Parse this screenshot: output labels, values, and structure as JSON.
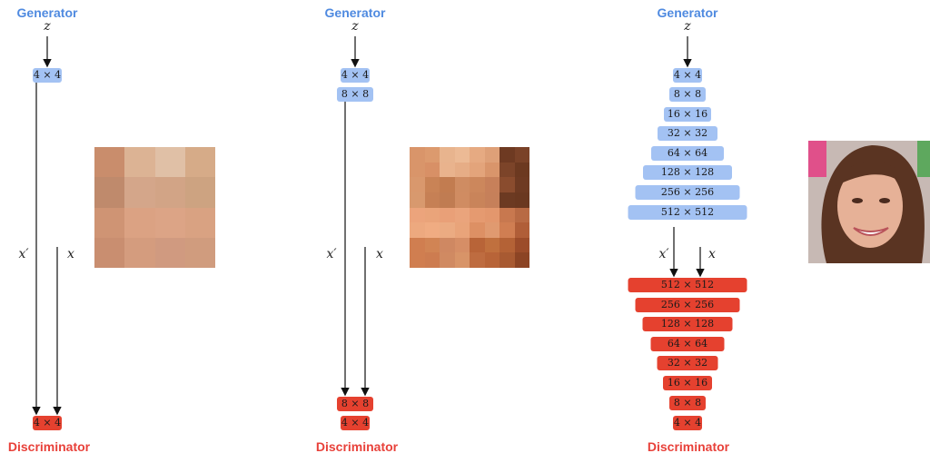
{
  "labels": {
    "generator": "Generator",
    "discriminator": "Discriminator",
    "z": "z",
    "x_fake": "x′",
    "x_real": "x"
  },
  "colors": {
    "generator": "#4f8ae0",
    "discriminator": "#e8413a",
    "gen_block": "#a3c2f3",
    "disc_block": "#e5412f"
  },
  "stage1": {
    "generator_blocks": [
      "4 × 4"
    ],
    "discriminator_blocks": [
      "4 × 4"
    ]
  },
  "stage2": {
    "generator_blocks": [
      "4 × 4",
      "8 × 8"
    ],
    "discriminator_blocks": [
      "8 × 8",
      "4 × 4"
    ]
  },
  "stage3": {
    "generator_blocks": [
      "4 × 4",
      "8 × 8",
      "16 × 16",
      "32 × 32",
      "64 × 64",
      "128 × 128",
      "256 × 256",
      "512 × 512"
    ],
    "discriminator_blocks": [
      "512 × 512",
      "256 × 256",
      "128 × 128",
      "64 × 64",
      "32 × 32",
      "16 × 16",
      "8 × 8",
      "4 × 4"
    ]
  },
  "images": {
    "img4": [
      [
        "#c98d6c",
        "#dcb394",
        "#e0c0a6",
        "#d6ab88"
      ],
      [
        "#bf8a6c",
        "#d4a68a",
        "#d2a486",
        "#cda381"
      ],
      [
        "#cf9474",
        "#dba283",
        "#dca486",
        "#d9a282"
      ],
      [
        "#c98e70",
        "#d49c7e",
        "#d09a80",
        "#d09c7e"
      ]
    ],
    "img8": [
      [
        "#d9956a",
        "#dc9a6e",
        "#e8b48e",
        "#ecba95",
        "#e6aa82",
        "#dea078",
        "#6e3a22",
        "#7a4228"
      ],
      [
        "#d9956a",
        "#d89066",
        "#e9b38d",
        "#e6ad86",
        "#e3a47b",
        "#d9956b",
        "#7c4429",
        "#6c3920"
      ],
      [
        "#d9986d",
        "#c98356",
        "#c27c50",
        "#cf8c62",
        "#cc875c",
        "#c7805a",
        "#8a4c2e",
        "#6e3a22"
      ],
      [
        "#d8996e",
        "#c68055",
        "#c07c52",
        "#d08c62",
        "#c9845a",
        "#c6805a",
        "#6c3a22",
        "#6a3820"
      ],
      [
        "#eca47c",
        "#eaa47a",
        "#e9a078",
        "#eaa47c",
        "#e59a70",
        "#e3976d",
        "#c8784f",
        "#b86a44"
      ],
      [
        "#eda97f",
        "#f0ac82",
        "#ebab82",
        "#e9a47a",
        "#dd9064",
        "#e09a70",
        "#d07e52",
        "#b05e38"
      ],
      [
        "#d07e50",
        "#d18454",
        "#cf8862",
        "#d68e66",
        "#b86438",
        "#c0703e",
        "#b46236",
        "#9c4c2a"
      ],
      [
        "#d07e50",
        "#cd7c50",
        "#d08a62",
        "#d89468",
        "#be6c40",
        "#b86438",
        "#a85a32",
        "#8c4424"
      ]
    ]
  }
}
